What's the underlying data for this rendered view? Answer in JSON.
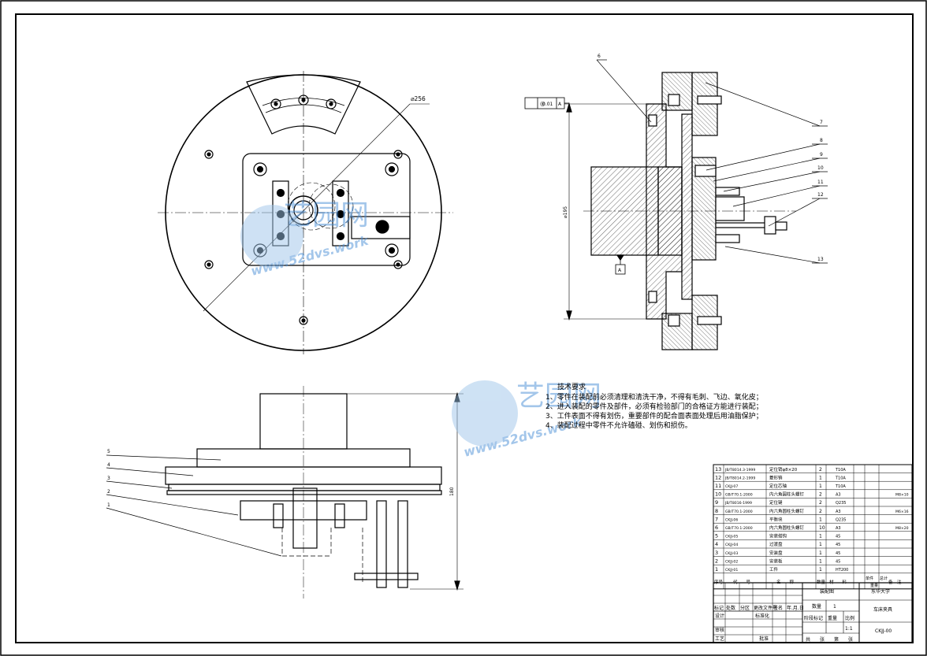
{
  "view_top": {
    "diameter_label": "⌀256"
  },
  "view_side": {
    "tolerance": {
      "symbol": "◎",
      "value": "0.01",
      "datum": "A"
    },
    "datum_label": "A",
    "dimension": "⌀195",
    "callouts": [
      "6",
      "7",
      "8",
      "9",
      "10",
      "11",
      "12",
      "13"
    ]
  },
  "view_front": {
    "dimension": "180",
    "callouts": [
      "1",
      "2",
      "3",
      "4",
      "5"
    ]
  },
  "technical_requirements": {
    "title": "技术要求",
    "items": [
      "1、零件在装配前必须清理和清洗干净，不得有毛刺、飞边、氧化皮；",
      "2、进入装配的零件及部件，必须有检验部门的合格证方能进行装配；",
      "3、工件表面不得有划伤，重要部件的配合面表面处理后用油脂保护；",
      "4、装配过程中零件不允许磕碰、划伤和损伤。"
    ]
  },
  "watermark": {
    "text": "艺园网",
    "url": "www.52dvs.work"
  },
  "bom": {
    "rows": [
      {
        "no": "13",
        "code": "JB/T8014.3-1999",
        "name": "定位销φ8×20",
        "qty": "2",
        "material": "T10A",
        "note": ""
      },
      {
        "no": "12",
        "code": "JB/T8014.2-1999",
        "name": "菱形销",
        "qty": "1",
        "material": "T10A",
        "note": ""
      },
      {
        "no": "11",
        "code": "CKJJ-07",
        "name": "定位芯轴",
        "qty": "1",
        "material": "T10A",
        "note": ""
      },
      {
        "no": "10",
        "code": "GB/T70.1-2000",
        "name": "内六角圆柱头螺钉",
        "qty": "2",
        "material": "A3",
        "note": "M8×10"
      },
      {
        "no": "9",
        "code": "JB/T8016-1999",
        "name": "定位键",
        "qty": "2",
        "material": "Q235",
        "note": ""
      },
      {
        "no": "8",
        "code": "GB/T70.1-2000",
        "name": "内六角圆柱头螺钉",
        "qty": "2",
        "material": "A3",
        "note": "M6×16"
      },
      {
        "no": "7",
        "code": "CKJJ-06",
        "name": "平衡块",
        "qty": "1",
        "material": "Q235",
        "note": ""
      },
      {
        "no": "6",
        "code": "GB/T70.1-2000",
        "name": "内六角圆柱头螺钉",
        "qty": "10",
        "material": "A3",
        "note": "M8×20"
      },
      {
        "no": "5",
        "code": "CKJJ-05",
        "name": "安装搭钩",
        "qty": "1",
        "material": "45",
        "note": ""
      },
      {
        "no": "4",
        "code": "CKJJ-04",
        "name": "过渡盘",
        "qty": "1",
        "material": "45",
        "note": ""
      },
      {
        "no": "3",
        "code": "CKJJ-03",
        "name": "安装盘",
        "qty": "1",
        "material": "45",
        "note": ""
      },
      {
        "no": "2",
        "code": "CKJJ-02",
        "name": "安装板",
        "qty": "1",
        "material": "45",
        "note": ""
      },
      {
        "no": "1",
        "code": "CKJJ-01",
        "name": "工件",
        "qty": "1",
        "material": "HT200",
        "note": ""
      }
    ],
    "header": {
      "no": "序号",
      "code": "代　　号",
      "name": "名　　称",
      "qty": "数量",
      "material": "材　　料",
      "unit_weight": "单件",
      "total_weight": "总计",
      "weight": "重量",
      "note": "备　注"
    }
  },
  "title_block": {
    "drawing_name": "装配图",
    "school": "东华大学",
    "part_name": "车床夹具",
    "drawing_no": "CKJJ-00",
    "qty_label": "数量",
    "qty_value": "1",
    "stage_label": "阶段标记",
    "weight_label": "重量",
    "scale_label": "比例",
    "scale_value": "1:1",
    "rev_headers": [
      "标记",
      "处数",
      "分区",
      "更改文件号",
      "签名",
      "年.月.日"
    ],
    "roles": {
      "design": "设计",
      "standard": "标准化",
      "review": "审核",
      "process": "工艺",
      "approve": "批准"
    },
    "sheet_labels": [
      "共",
      "张",
      "第",
      "张"
    ]
  }
}
